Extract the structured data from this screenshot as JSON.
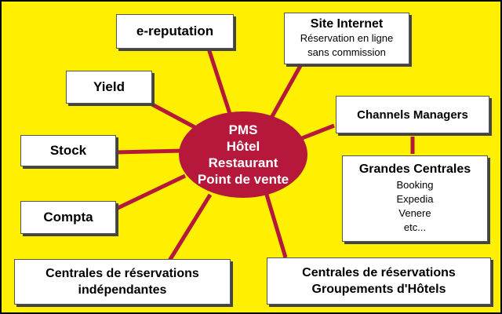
{
  "colors": {
    "background": "#FFEF00",
    "hub": "#B5183B",
    "connector": "#B5183B",
    "box_border": "#555555"
  },
  "hub": {
    "lines": [
      "PMS",
      "Hôtel",
      "Restaurant",
      "Point de vente"
    ]
  },
  "nodes": {
    "e_reputation": "e-reputation",
    "yield": "Yield",
    "stock": "Stock",
    "compta": "Compta",
    "centrales_independantes": {
      "line1": "Centrales de réservations",
      "line2": "indépendantes"
    },
    "site_internet": {
      "title": "Site Internet",
      "line1": "Réservation en ligne",
      "line2": "sans commission"
    },
    "channels_managers": "Channels Managers",
    "grandes_centrales": {
      "title": "Grandes Centrales",
      "items": [
        "Booking",
        "Expedia",
        "Venere",
        "etc..."
      ]
    },
    "centrales_groupements": {
      "line1": "Centrales de réservations",
      "line2": "Groupements d'Hôtels"
    }
  }
}
